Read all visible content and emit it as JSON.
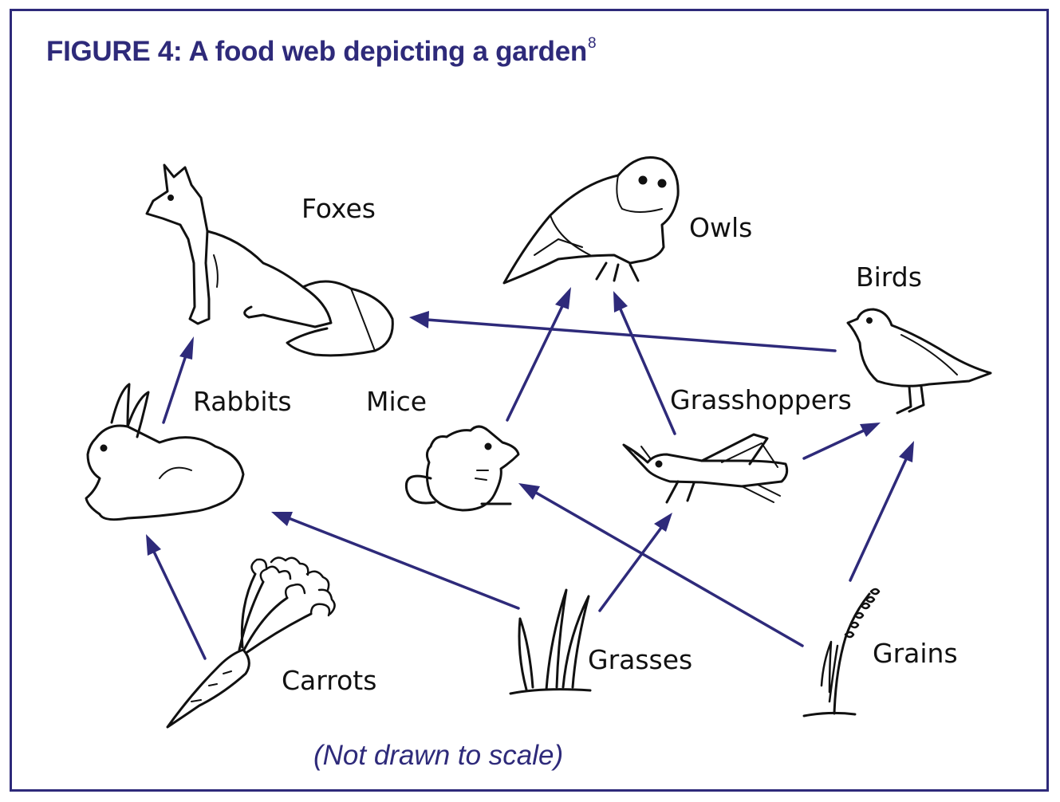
{
  "figure": {
    "title": "FIGURE 4: A food web depicting a garden",
    "footnote_mark": "8",
    "caption": "(Not drawn to scale)",
    "arrow_color": "#2e2a7a"
  },
  "organisms": {
    "foxes": "Foxes",
    "owls": "Owls",
    "birds": "Birds",
    "rabbits": "Rabbits",
    "mice": "Mice",
    "grasshoppers": "Grasshoppers",
    "carrots": "Carrots",
    "grasses": "Grasses",
    "grains": "Grains"
  },
  "links": [
    {
      "from": "Rabbits",
      "to": "Foxes"
    },
    {
      "from": "Birds",
      "to": "Foxes"
    },
    {
      "from": "Mice",
      "to": "Owls"
    },
    {
      "from": "Grasshoppers",
      "to": "Owls"
    },
    {
      "from": "Grasshoppers",
      "to": "Birds"
    },
    {
      "from": "Grains",
      "to": "Birds"
    },
    {
      "from": "Carrots",
      "to": "Rabbits"
    },
    {
      "from": "Grasses",
      "to": "Rabbits"
    },
    {
      "from": "Grasses",
      "to": "Grasshoppers"
    },
    {
      "from": "Grains",
      "to": "Mice"
    }
  ]
}
